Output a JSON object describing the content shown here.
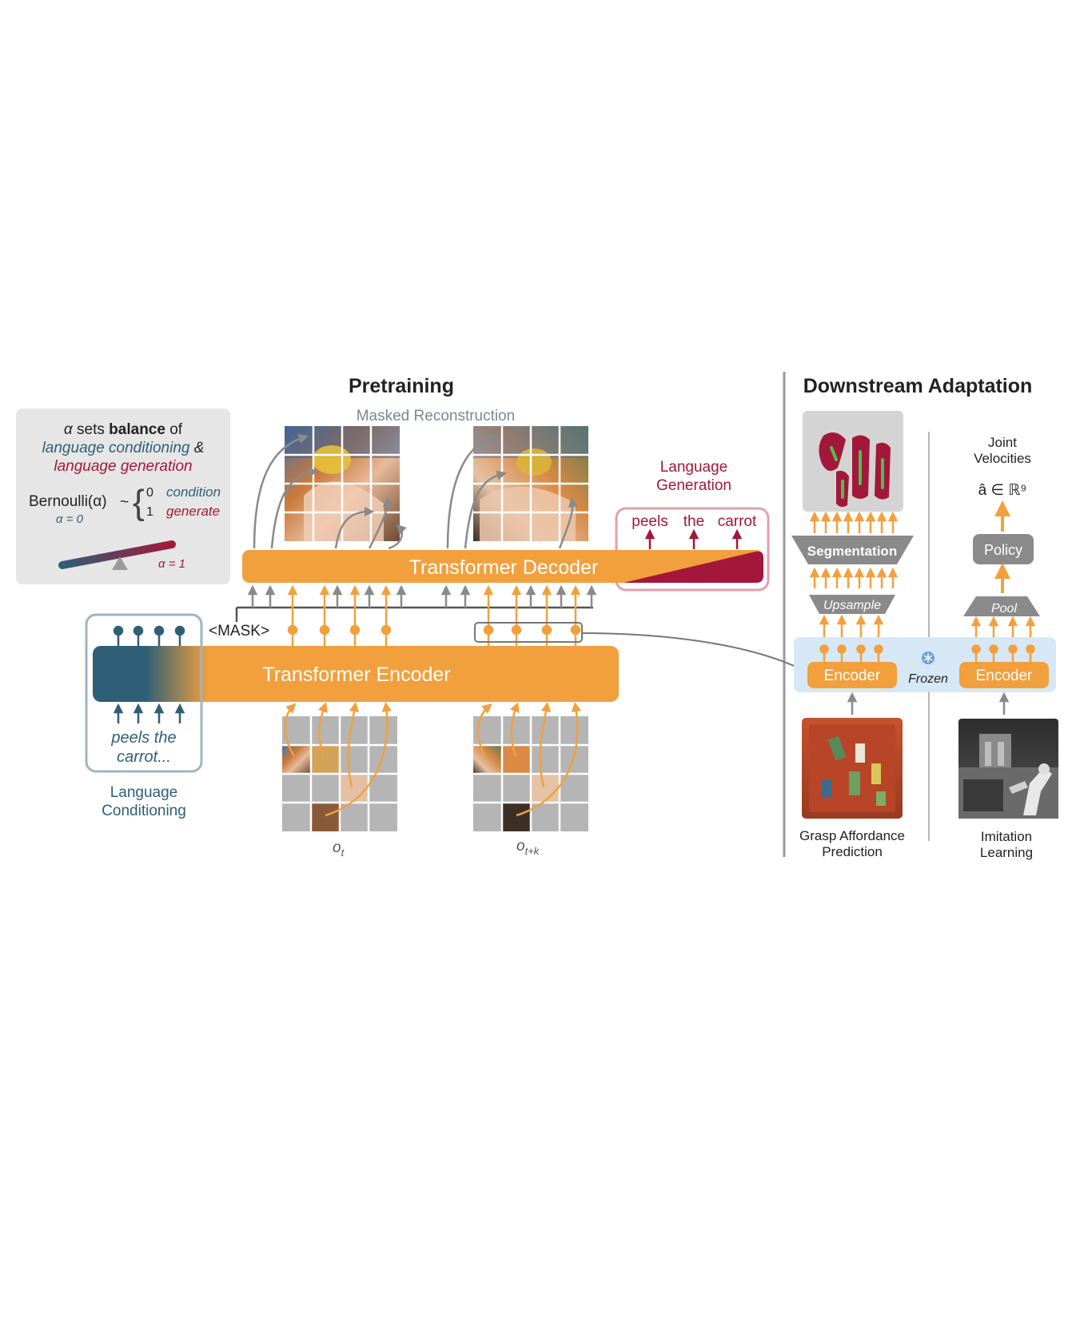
{
  "headings": {
    "pretraining": "Pretraining",
    "masked_reconstruction": "Masked Reconstruction",
    "downstream": "Downstream Adaptation"
  },
  "alpha_box": {
    "line1_alpha": "α",
    "line1_pre": " sets ",
    "line1_bold": "balance",
    "line1_post": " of",
    "line2": "language conditioning",
    "line2_amp": " &",
    "line3": "language generation",
    "bernoulli": "Bernoulli(α)",
    "tilde": "~",
    "case0_value": "0",
    "case0_label": "condition",
    "case1_value": "1",
    "case1_label": "generate",
    "alpha0": "α = 0",
    "alpha1": "α = 1"
  },
  "language_generation": {
    "title_line1": "Language",
    "title_line2": "Generation",
    "tokens": [
      "peels",
      "the",
      "carrot"
    ]
  },
  "decoder_label": "Transformer Decoder",
  "encoder_label": "Transformer Encoder",
  "mask_token": "<MASK>",
  "language_conditioning": {
    "text_line1": "peels the",
    "text_line2": "carrot...",
    "title_line1": "Language",
    "title_line2": "Conditioning"
  },
  "frame_labels": {
    "o_t_main": "o",
    "o_t_sub": "t",
    "o_tk_main": "o",
    "o_tk_sub": "t+k"
  },
  "downstream": {
    "segmentation": "Segmentation",
    "upsample": "Upsample",
    "encoder_left": "Encoder",
    "encoder_right": "Encoder",
    "frozen": "Frozen",
    "pool": "Pool",
    "policy": "Policy",
    "joint_line1": "Joint",
    "joint_line2": "Velocities",
    "action_space": "â ∈ ℝ⁹",
    "grasp_line1": "Grasp Affordance",
    "grasp_line2": "Prediction",
    "imitation_line1": "Imitation",
    "imitation_line2": "Learning"
  },
  "colors": {
    "orange": "#f2a03d",
    "teal": "#2e5f77",
    "crimson": "#a3183a",
    "gray_box": "#e6e6e6",
    "frozen_bg": "#d6e8f6",
    "arrow_gray": "#8a8a8a",
    "dark_text": "#222222"
  }
}
